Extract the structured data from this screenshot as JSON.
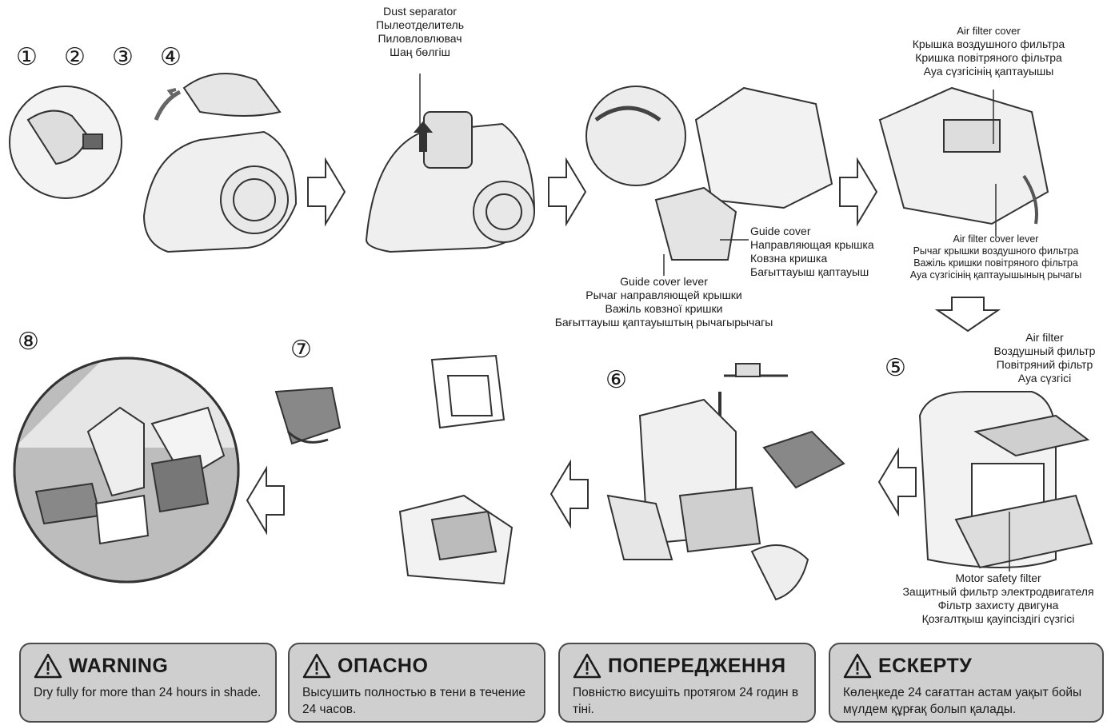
{
  "steps_top": [
    "①",
    "②",
    "③",
    "④"
  ],
  "step5": "⑤",
  "step6": "⑥",
  "step7": "⑦",
  "step8": "⑧",
  "labels": {
    "dust_separator": [
      "Dust separator",
      "Пылеотделитель",
      "Пиловловлювач",
      "Шаң бөлгіш"
    ],
    "air_filter_cover": [
      "Air filter cover",
      "Крышка воздушного фильтра",
      "Кришка повітряного фільтра",
      "Ауа сүзгісінің қаптауышы"
    ],
    "guide_cover": [
      "Guide cover",
      "Направляющая крышка",
      "Ковзна кришка",
      "Бағыттауыш қаптауыш"
    ],
    "air_filter_cover_lever": [
      "Air filter cover lever",
      "Рычаг крышки воздушного фильтра",
      "Важіль кришки повітряного фільтра",
      "Ауа сүзгісінің қаптауышының рычагы"
    ],
    "guide_cover_lever": [
      "Guide cover lever",
      "Рычаг направляющей крышки",
      "Важіль ковзної кришки",
      "Бағыттауыш қаптауыштың рычагырычагы"
    ],
    "air_filter": [
      "Air filter",
      "Воздушный фильтр",
      "Повітряний фільтр",
      "Ауа сүзгісі"
    ],
    "motor_safety_filter": [
      "Motor safety filter",
      "Защитный фильтр электродвигателя",
      "Фільтр захисту двигуна",
      "Қозғалтқыш қауіпсіздігі сүзгісі"
    ]
  },
  "warnings": [
    {
      "title": "WARNING",
      "text": "Dry fully for more than 24 hours in shade."
    },
    {
      "title": "ОПАСНО",
      "text": "Высушить полностью в тени в течение 24 часов."
    },
    {
      "title": "ПОПЕРЕДЖЕННЯ",
      "text": "Повністю висушіть протягом 24 годин в тіні."
    },
    {
      "title": "ЕСКЕРТУ",
      "text": "Көлеңкеде 24 сағаттан астам уақыт бойы мүлдем құрғақ болып қалады."
    }
  ]
}
